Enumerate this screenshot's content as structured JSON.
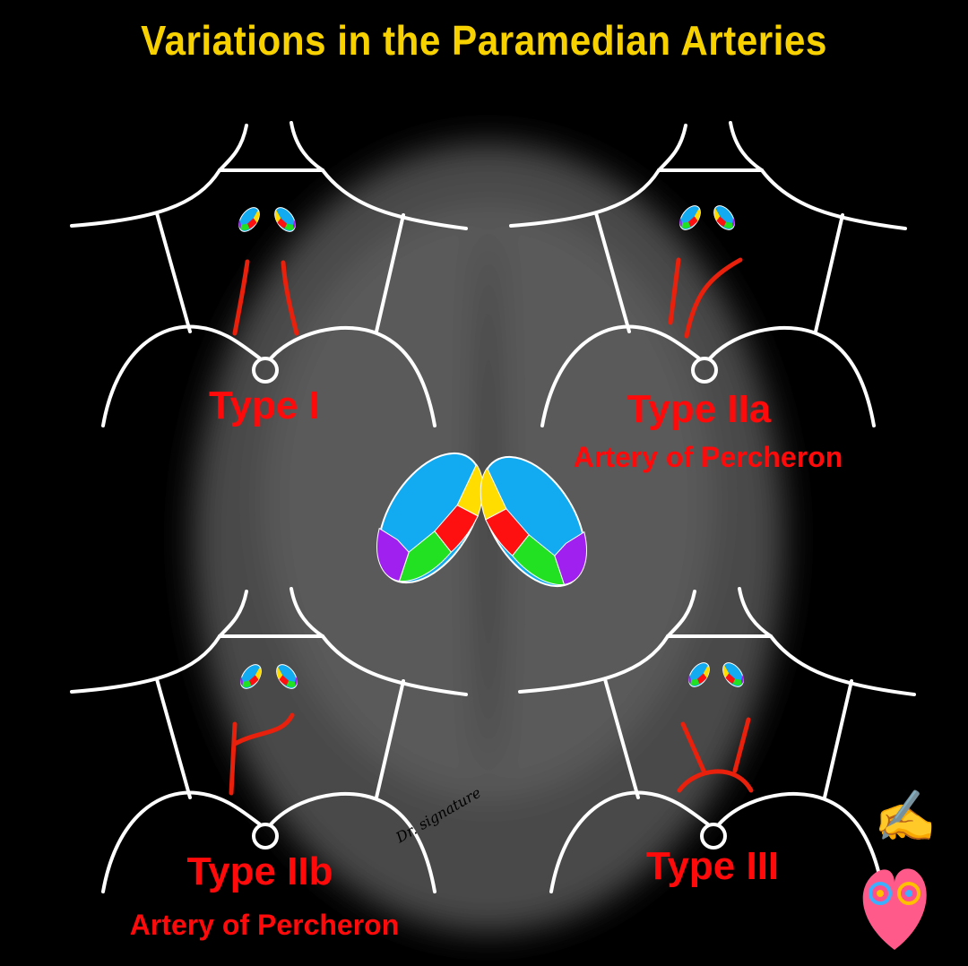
{
  "title": "Variations in the Paramedian Arteries",
  "panels": [
    {
      "id": "type-1",
      "label": "Type I",
      "sublabel": ""
    },
    {
      "id": "type-2a",
      "label": "Type IIa",
      "sublabel": "Artery of Percheron"
    },
    {
      "id": "type-2b",
      "label": "Type IIb",
      "sublabel": "Artery of Percheron"
    },
    {
      "id": "type-3",
      "label": "Type III",
      "sublabel": ""
    }
  ],
  "thalamus_colors": {
    "blue": "#12aaf0",
    "yellow": "#ffdd00",
    "red": "#ff1010",
    "green": "#22e022",
    "purple": "#a020f0"
  },
  "artery_color": "#e8200c",
  "title_color": "#f7d200",
  "signature": "Dr. signature",
  "icons": {
    "writing_hand": "✍️",
    "heart_logo": "heart-logo"
  }
}
